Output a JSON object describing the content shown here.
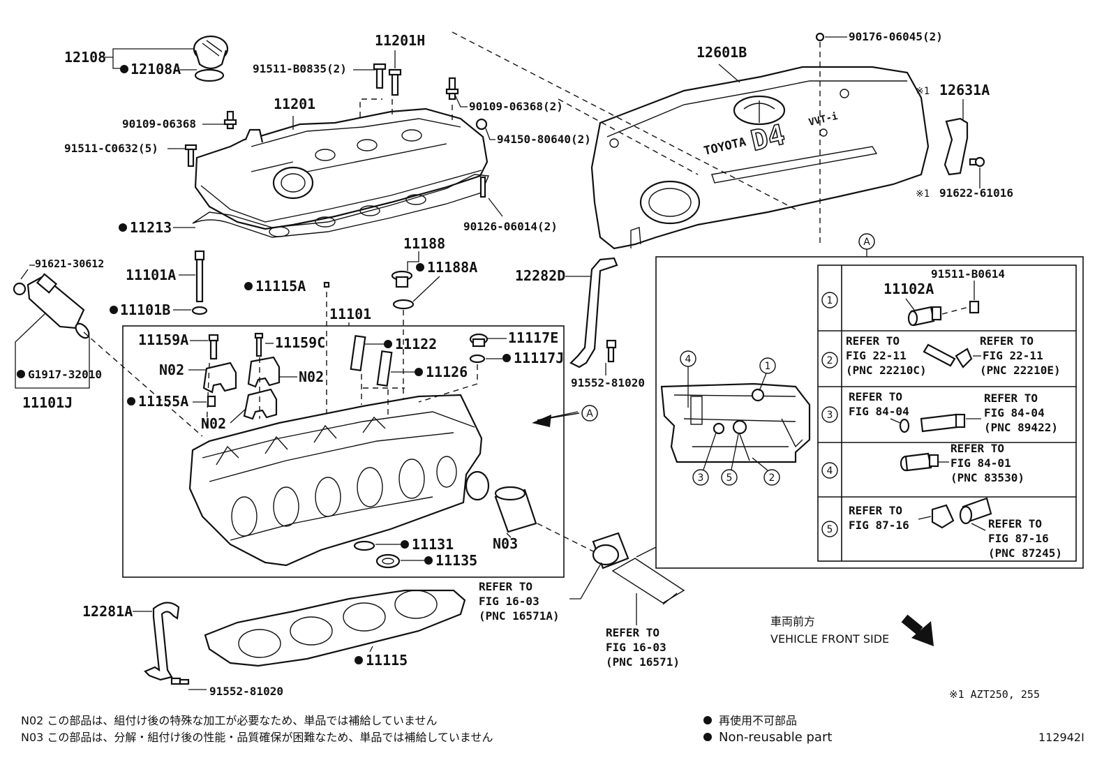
{
  "labels": {
    "l12108": "12108",
    "l12108A": "12108A",
    "l11201H": "11201H",
    "l91511B0835": "91511-B0835(2)",
    "l11201": "11201",
    "l90109a": "90109-06368",
    "l90109b": "90109-06368(2)",
    "l91511C0632": "91511-C0632(5)",
    "l94150": "94150-80640(2)",
    "l11213": "11213",
    "l90126": "90126-06014(2)",
    "l12601B": "12601B",
    "l90176": "90176-06045(2)",
    "l12631A": "12631A",
    "l91622": "91622-61016",
    "x1a": "※1",
    "x1b": "※1",
    "l91621": "91621-30612",
    "l11101A": "11101A",
    "l11101B": "11101B",
    "l11115A": "11115A",
    "l11188": "11188",
    "l11188A": "11188A",
    "l12282D": "12282D",
    "l91552a": "91552-81020",
    "lG1917": "G1917-32010",
    "l11101J": "11101J",
    "l11101": "11101",
    "l11159A": "11159A",
    "l11159C": "11159C",
    "l11122": "11122",
    "l11117E": "11117E",
    "l11117J": "11117J",
    "l11126": "11126",
    "lN02a": "N02",
    "lN02b": "N02",
    "lN02c": "N02",
    "l11155A": "11155A",
    "lN03": "N03",
    "l11131": "11131",
    "l11135": "11135",
    "calloutA": "A",
    "calloutA2": "A",
    "l12281A": "12281A",
    "l91552b": "91552-81020",
    "l11115": "11115"
  },
  "refs": {
    "r1": [
      "REFER TO",
      "FIG 16-03",
      "(PNC 16571A)"
    ],
    "r2": [
      "REFER TO",
      "FIG 16-03",
      "(PNC 16571)"
    ]
  },
  "inset": {
    "callout": "A",
    "rows": [
      {
        "num": "1",
        "parts": [
          "11102A",
          "91511-B0614"
        ]
      },
      {
        "num": "2",
        "left": [
          "REFER TO",
          "FIG 22-11",
          "(PNC 22210C)"
        ],
        "right": [
          "REFER TO",
          "FIG 22-11",
          "(PNC 22210E)"
        ]
      },
      {
        "num": "3",
        "left": [
          "REFER TO",
          "FIG 84-04"
        ],
        "right": [
          "REFER TO",
          "FIG 84-04",
          "(PNC 89422)"
        ]
      },
      {
        "num": "4",
        "right": [
          "REFER TO",
          "FIG 84-01",
          "(PNC 83530)"
        ]
      },
      {
        "num": "5",
        "left": [
          "REFER TO",
          "FIG 87-16"
        ],
        "right": [
          "REFER TO",
          "FIG 87-16",
          "(PNC 87245)"
        ]
      }
    ],
    "marks": [
      "1",
      "2",
      "3",
      "4",
      "5"
    ]
  },
  "cover_text": {
    "brand": "TOYOTA",
    "model": "D4",
    "vvt": "VVT-i"
  },
  "vehicle_front": {
    "jp": "車両前方",
    "en": "VEHICLE FRONT SIDE"
  },
  "model_note": "※1  AZT250, 255",
  "footnotes": [
    "N02  この部品は、組付け後の特殊な加工が必要なため、単品では補給していません",
    "N03  この部品は、分解・組付け後の性能・品質確保が困難なため、単品では補給していません"
  ],
  "legend": {
    "jp": "再使用不可部品",
    "en": "Non-reusable part"
  },
  "figure_code": "112942I"
}
